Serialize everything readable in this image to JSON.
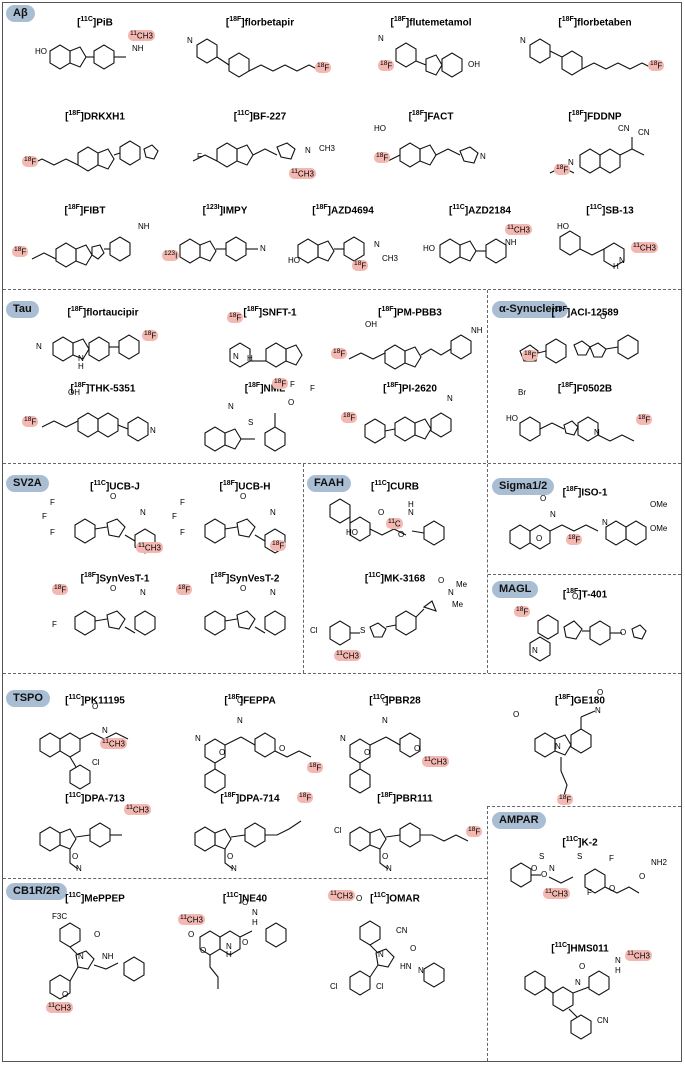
{
  "categories": [
    {
      "id": "abeta",
      "label": "Aβ",
      "compounds": [
        {
          "iso": "11C",
          "name": "PiB",
          "hot_label": "11CH3",
          "hot_iso": "11",
          "hot_rest": "CH3"
        },
        {
          "iso": "18F",
          "name": "florbetapir",
          "hot_label": "18F",
          "hot_iso": "18",
          "hot_rest": "F"
        },
        {
          "iso": "18F",
          "name": "flutemetamol",
          "hot_label": "18F",
          "hot_iso": "18",
          "hot_rest": "F"
        },
        {
          "iso": "18F",
          "name": "florbetaben",
          "hot_label": "18F",
          "hot_iso": "18",
          "hot_rest": "F"
        },
        {
          "iso": "18F",
          "name": "DRKXH1",
          "hot_label": "18F",
          "hot_iso": "18",
          "hot_rest": "F"
        },
        {
          "iso": "11C",
          "name": "BF-227",
          "hot_label": "11CH3",
          "hot_iso": "11",
          "hot_rest": "CH3"
        },
        {
          "iso": "18F",
          "name": "FACT",
          "hot_label": "18F",
          "hot_iso": "18",
          "hot_rest": "F"
        },
        {
          "iso": "18F",
          "name": "FDDNP",
          "hot_label": "18F",
          "hot_iso": "18",
          "hot_rest": "F"
        },
        {
          "iso": "18F",
          "name": "FIBT",
          "hot_label": "18F",
          "hot_iso": "18",
          "hot_rest": "F"
        },
        {
          "iso": "123I",
          "name": "IMPY",
          "hot_label": "123I",
          "hot_iso": "123",
          "hot_rest": "I"
        },
        {
          "iso": "18F",
          "name": "AZD4694",
          "hot_label": "18F",
          "hot_iso": "18",
          "hot_rest": "F"
        },
        {
          "iso": "11C",
          "name": "AZD2184",
          "hot_label": "11CH3",
          "hot_iso": "11",
          "hot_rest": "CH3"
        },
        {
          "iso": "11C",
          "name": "SB-13",
          "hot_label": "11CH3",
          "hot_iso": "11",
          "hot_rest": "CH3"
        }
      ]
    },
    {
      "id": "tau",
      "label": "Tau",
      "compounds": [
        {
          "iso": "18F",
          "name": "flortaucipir"
        },
        {
          "iso": "18F",
          "name": "SNFT-1"
        },
        {
          "iso": "18F",
          "name": "PM-PBB3"
        },
        {
          "iso": "18F",
          "name": "THK-5351"
        },
        {
          "iso": "18F",
          "name": "NML"
        },
        {
          "iso": "18F",
          "name": "PI-2620"
        }
      ]
    },
    {
      "id": "asyn",
      "label": "α-Synuclein",
      "compounds": [
        {
          "iso": "18F",
          "name": "ACI-12589"
        },
        {
          "iso": "18F",
          "name": "F0502B"
        }
      ]
    },
    {
      "id": "sv2a",
      "label": "SV2A",
      "compounds": [
        {
          "iso": "11C",
          "name": "UCB-J"
        },
        {
          "iso": "18F",
          "name": "UCB-H"
        },
        {
          "iso": "18F",
          "name": "SynVesT-1"
        },
        {
          "iso": "18F",
          "name": "SynVesT-2"
        }
      ]
    },
    {
      "id": "faah",
      "label": "FAAH",
      "compounds": [
        {
          "iso": "11C",
          "name": "CURB"
        },
        {
          "iso": "11C",
          "name": "MK-3168"
        }
      ]
    },
    {
      "id": "sigma",
      "label": "Sigma1/2",
      "compounds": [
        {
          "iso": "18F",
          "name": "ISO-1"
        }
      ]
    },
    {
      "id": "magl",
      "label": "MAGL",
      "compounds": [
        {
          "iso": "18F",
          "name": "T-401"
        }
      ]
    },
    {
      "id": "tspo",
      "label": "TSPO",
      "compounds": [
        {
          "iso": "11C",
          "name": "PK11195"
        },
        {
          "iso": "18F",
          "name": "FEPPA"
        },
        {
          "iso": "11C",
          "name": "PBR28"
        },
        {
          "iso": "18F",
          "name": "GE180"
        },
        {
          "iso": "11C",
          "name": "DPA-713"
        },
        {
          "iso": "18F",
          "name": "DPA-714"
        },
        {
          "iso": "18F",
          "name": "PBR111"
        }
      ]
    },
    {
      "id": "ampar",
      "label": "AMPAR",
      "compounds": [
        {
          "iso": "11C",
          "name": "K-2"
        },
        {
          "iso": "11C",
          "name": "HMS011"
        }
      ]
    },
    {
      "id": "cb",
      "label": "CB1R/2R",
      "compounds": [
        {
          "iso": "11C",
          "name": "MePPEP"
        },
        {
          "iso": "11C",
          "name": "NE40"
        },
        {
          "iso": "11C",
          "name": "OMAR"
        }
      ]
    }
  ],
  "atoms": {
    "N": "N",
    "NH": "NH",
    "HO": "HO",
    "OH": "OH",
    "O": "O",
    "S": "S",
    "F": "F",
    "CN": "CN",
    "Br": "Br",
    "Cl": "Cl",
    "OMe": "OMe",
    "Me": "Me",
    "H": "H",
    "NH2": "NH2",
    "F3C": "F3C",
    "HN": "HN",
    "CH3": "CH3"
  },
  "colors": {
    "tag_bg": "#a9bdd3",
    "highlight": "#f4b8b2",
    "divider": "#666666"
  }
}
